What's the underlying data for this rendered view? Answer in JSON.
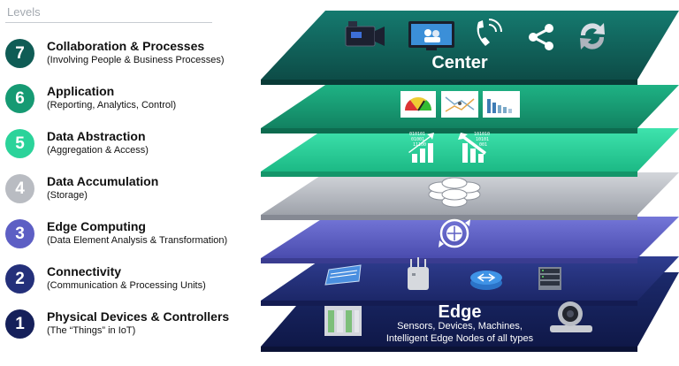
{
  "header": {
    "title": "Levels"
  },
  "levels": [
    {
      "number": "7",
      "title": "Collaboration & Processes",
      "subtitle": "(Involving People & Business Processes)",
      "color": "#0f5c55"
    },
    {
      "number": "6",
      "title": "Application",
      "subtitle": "(Reporting, Analytics, Control)",
      "color": "#169a73"
    },
    {
      "number": "5",
      "title": "Data Abstraction",
      "subtitle": "(Aggregation & Access)",
      "color": "#2bd39a"
    },
    {
      "number": "4",
      "title": "Data Accumulation",
      "subtitle": "(Storage)",
      "color": "#b9bcc2"
    },
    {
      "number": "3",
      "title": "Edge Computing",
      "subtitle": "(Data Element Analysis & Transformation)",
      "color": "#5d5fc4"
    },
    {
      "number": "2",
      "title": "Connectivity",
      "subtitle": "(Communication & Processing Units)",
      "color": "#24307a"
    },
    {
      "number": "1",
      "title": "Physical Devices & Controllers",
      "subtitle": "(The “Things” in IoT)",
      "color": "#15205a"
    }
  ],
  "stack": {
    "center_label": "Center",
    "edge_label": "Edge",
    "edge_lines": [
      "Sensors, Devices, Machines,",
      "Intelligent Edge Nodes of all types"
    ],
    "data_glyphs": {
      "left": [
        "010101",
        "01001",
        "11100"
      ],
      "right": [
        "101010",
        "10101",
        "001"
      ]
    },
    "layer_colors": [
      "#0f5c55",
      "#169a73",
      "#2bd39a",
      "#b9bcc2",
      "#5d5fc4",
      "#24307a",
      "#15205a"
    ],
    "icons": {
      "center": [
        "video-camera-icon",
        "monitor-icon",
        "phone-icon",
        "share-icon",
        "sync-icon"
      ],
      "application": [
        "gauge-chart-icon",
        "flow-chart-icon",
        "bar-chart-icon"
      ],
      "abstraction": [
        "data-chart-up-icon",
        "data-chart-down-icon"
      ],
      "accumulation": [
        "database-icon"
      ],
      "edge_computing": [
        "globe-refresh-icon"
      ],
      "connectivity": [
        "switch-icon",
        "access-point-icon",
        "router-icon",
        "server-icon"
      ],
      "devices": [
        "controller-panel-icon",
        "camera-icon"
      ]
    }
  }
}
